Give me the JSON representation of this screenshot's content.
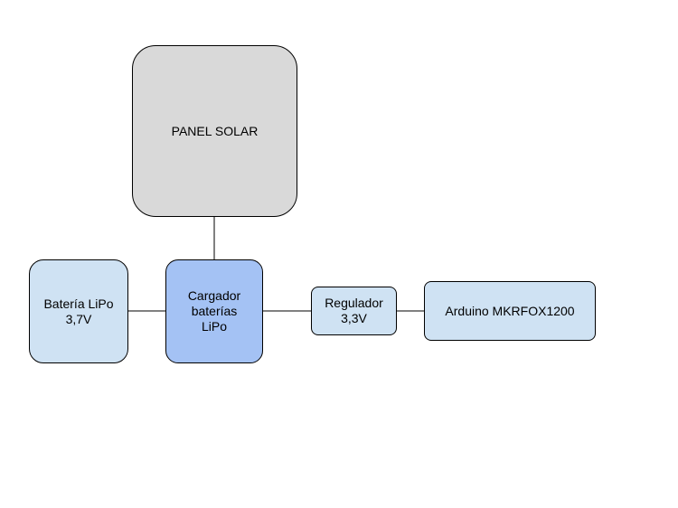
{
  "colors": {
    "panel_fill": "#d9d9d9",
    "battery_fill": "#cfe2f3",
    "charger_fill": "#a4c2f4",
    "regulator_fill": "#cfe2f3",
    "arduino_fill": "#cfe2f3",
    "stroke": "#000000"
  },
  "nodes": {
    "panel": {
      "label": "PANEL SOLAR"
    },
    "battery": {
      "label": "Batería LiPo\n3,7V"
    },
    "charger": {
      "label": "Cargador\nbaterías\nLiPo"
    },
    "regulator": {
      "label": "Regulador\n3,3V"
    },
    "arduino": {
      "label": "Arduino MKRFOX1200"
    }
  },
  "connections": [
    {
      "from": "panel",
      "to": "charger"
    },
    {
      "from": "battery",
      "to": "charger"
    },
    {
      "from": "charger",
      "to": "regulator"
    },
    {
      "from": "regulator",
      "to": "arduino"
    }
  ]
}
